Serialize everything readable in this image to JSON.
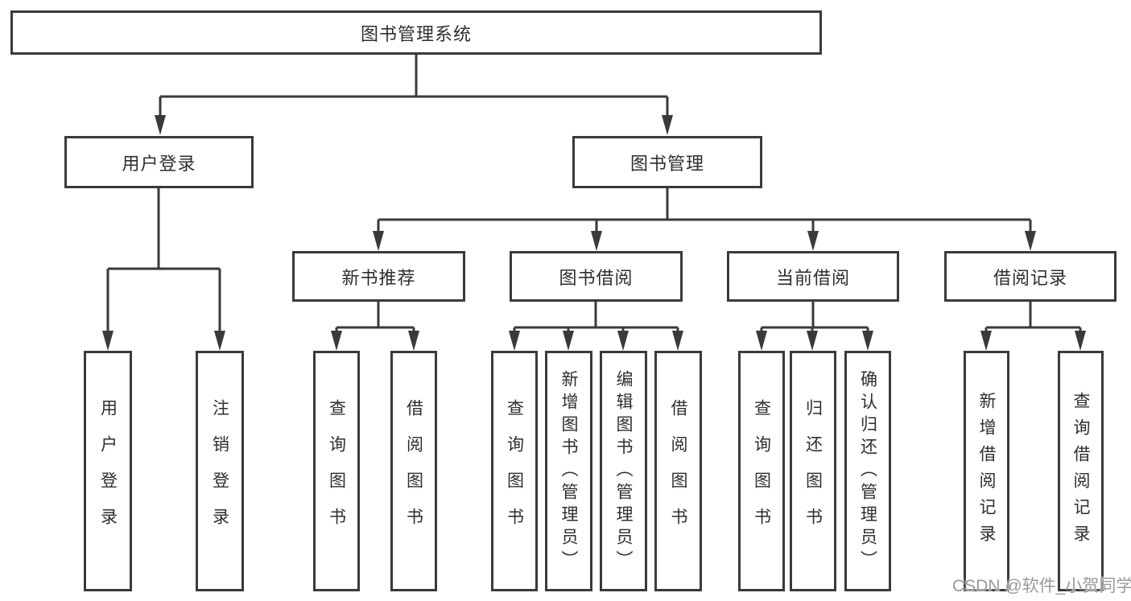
{
  "colors": {
    "background": "#ffffff",
    "line": "#3a3a3a",
    "box_border": "#3a3a3a",
    "text": "#2e2e2e",
    "watermark": "#9a9a9a"
  },
  "tree": {
    "root": {
      "label": "图书管理系统"
    },
    "children": [
      {
        "label": "用户登录",
        "children": [
          {
            "label": "用户登录"
          },
          {
            "label": "注销登录"
          }
        ]
      },
      {
        "label": "图书管理",
        "children": [
          {
            "label": "新书推荐",
            "children": [
              {
                "label": "查询图书"
              },
              {
                "label": "借阅图书"
              }
            ]
          },
          {
            "label": "图书借阅",
            "children": [
              {
                "label": "查询图书"
              },
              {
                "label": "新增图书（管理员）"
              },
              {
                "label": "编辑图书（管理员）"
              },
              {
                "label": "借阅图书"
              }
            ]
          },
          {
            "label": "当前借阅",
            "children": [
              {
                "label": "查询图书"
              },
              {
                "label": "归还图书"
              },
              {
                "label": "确认归还（管理员）"
              }
            ]
          },
          {
            "label": "借阅记录",
            "children": [
              {
                "label": "新增借阅记录"
              },
              {
                "label": "查询借阅记录"
              }
            ]
          }
        ]
      }
    ]
  },
  "watermark": {
    "text": "CSDN @软件_小贺同学"
  }
}
